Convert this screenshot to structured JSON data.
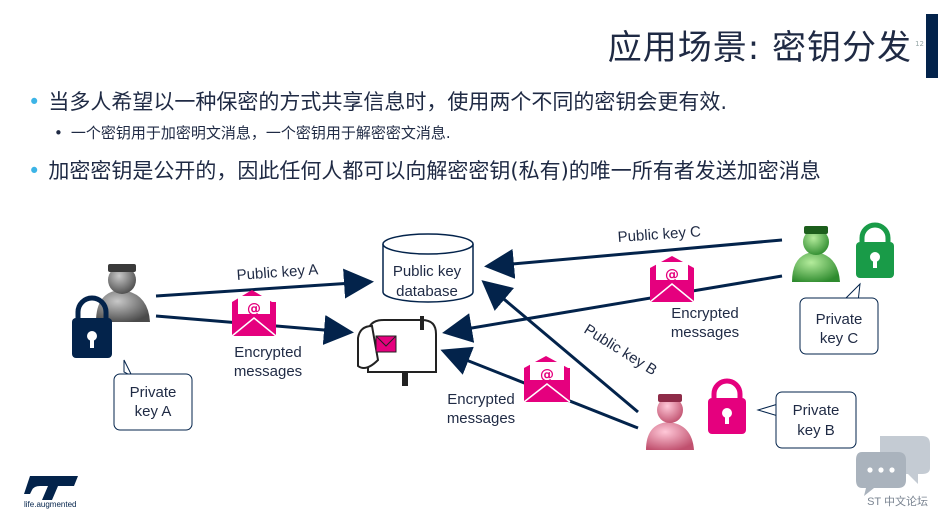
{
  "title": "应用场景: 密钥分发",
  "page_number": "12",
  "bullets": [
    {
      "level": 1,
      "text": "当多人希望以一种保密的方式共享信息时，使用两个不同的密钥会更有效."
    },
    {
      "level": 2,
      "text": "一个密钥用于加密明文消息，一个密钥用于解密密文消息."
    },
    {
      "level": 1,
      "text": "加密密钥是公开的，因此任何人都可以向解密密钥(私有)的唯一所有者发送加密消息"
    }
  ],
  "diagram": {
    "database": [
      "Public key",
      "database"
    ],
    "public_key_a": "Public key A",
    "public_key_b": "Public key B",
    "public_key_c": "Public key C",
    "encrypted_a": [
      "Encrypted",
      "messages"
    ],
    "encrypted_b": [
      "Encrypted",
      "messages"
    ],
    "encrypted_c": [
      "Encrypted",
      "messages"
    ],
    "private_a": [
      "Private",
      "key A"
    ],
    "private_b": [
      "Private",
      "key B"
    ],
    "private_c": [
      "Private",
      "key C"
    ]
  },
  "colors": {
    "navy": "#03234b",
    "pink": "#e5007e",
    "green": "#199b48",
    "accent": "#3cb4e6"
  },
  "footer": {
    "tagline": "life.augmented",
    "forum": "ST 中文论坛"
  }
}
